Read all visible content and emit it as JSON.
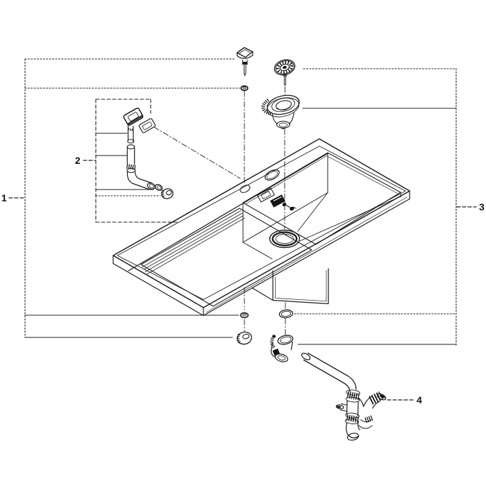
{
  "diagram": {
    "background_color": "#ffffff",
    "line_color": "#1c1c1c",
    "callouts": [
      {
        "label": "1"
      },
      {
        "label": "2"
      },
      {
        "label": "3"
      },
      {
        "label": "4"
      }
    ]
  }
}
